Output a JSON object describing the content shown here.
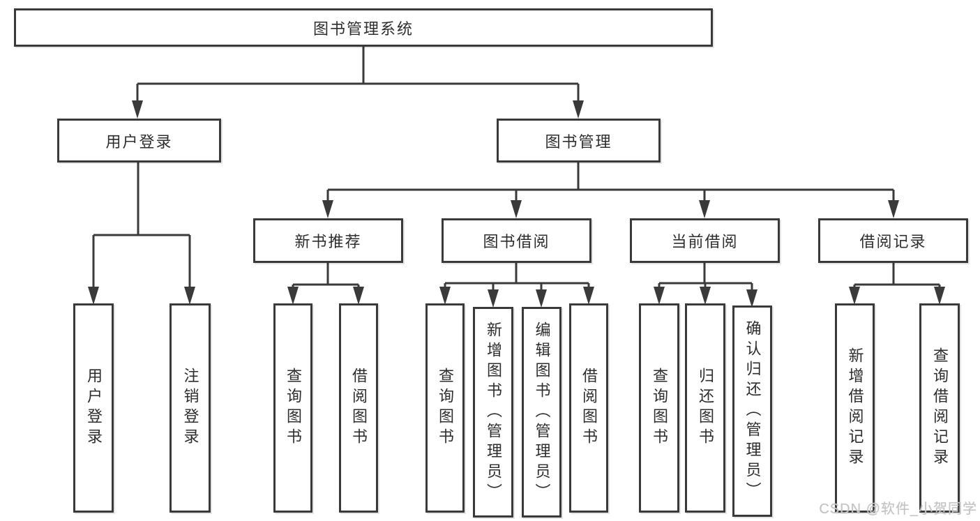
{
  "diagram": {
    "root": "图书管理系统",
    "level2": {
      "user_login": "用户登录",
      "book_mgmt": "图书管理"
    },
    "level3": {
      "recommend": "新书推荐",
      "borrow": "图书借阅",
      "current": "当前借阅",
      "records": "借阅记录"
    },
    "leaves": {
      "login": "用户登录",
      "logout": "注销登录",
      "rec_query": "查询图书",
      "rec_borrow": "借阅图书",
      "bor_query": "查询图书",
      "bor_add": "新增图书（管理员）",
      "bor_edit": "编辑图书（管理员）",
      "bor_borrow": "借阅图书",
      "cur_query": "查询图书",
      "cur_return": "归还图书",
      "cur_confirm": "确认归还（管理员）",
      "recd_add": "新增借阅记录",
      "recd_query": "查询借阅记录"
    },
    "watermark": "CSDN @软件_小贺同学",
    "colors": {
      "line": "#3a3a3a",
      "text": "#2d2d2d",
      "watermark": "#c3c3c3",
      "background": "#ffffff"
    }
  }
}
